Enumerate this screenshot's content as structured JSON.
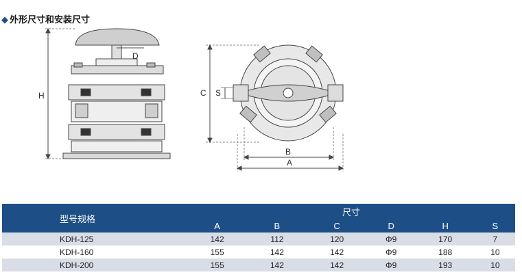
{
  "section": {
    "bullet": "◆",
    "title": "外形尺寸和安装尺寸"
  },
  "drawing": {
    "dimension_labels": {
      "H": "H",
      "D": "D",
      "C": "C",
      "S": "S",
      "B": "B",
      "A": "A"
    }
  },
  "table": {
    "model_header": "型号规格",
    "size_header": "尺寸",
    "columns": [
      "A",
      "B",
      "C",
      "D",
      "H",
      "S"
    ],
    "rows": [
      {
        "model": "KDH-125",
        "values": [
          "142",
          "112",
          "120",
          "Φ9",
          "170",
          "7"
        ]
      },
      {
        "model": "KDH-160",
        "values": [
          "155",
          "142",
          "142",
          "Φ9",
          "188",
          "10"
        ]
      },
      {
        "model": "KDH-200",
        "values": [
          "155",
          "142",
          "142",
          "Φ9",
          "193",
          "10"
        ]
      }
    ]
  }
}
